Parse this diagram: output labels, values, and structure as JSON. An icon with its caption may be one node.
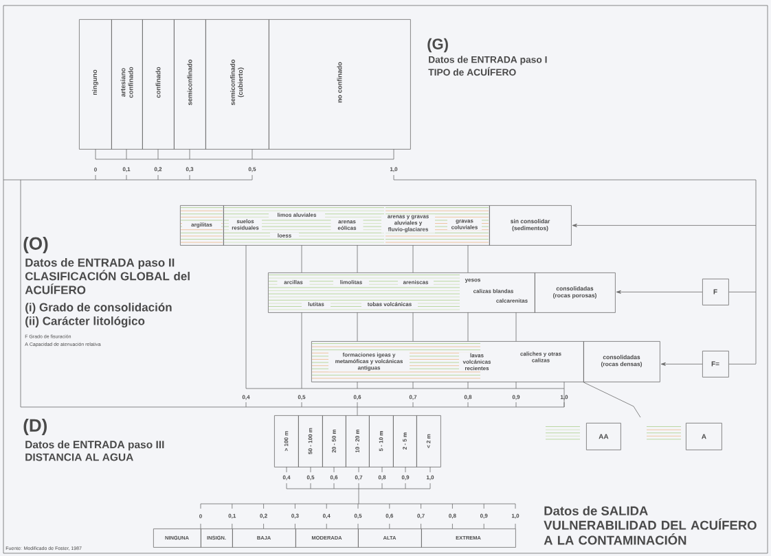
{
  "diagram": {
    "nodes": [
      {
        "text": [
          "ninguno"
        ]
      },
      {
        "text": [
          "artesiano confinado"
        ]
      },
      {
        "text": [
          "confinado"
        ]
      },
      {
        "text": [
          "semiconfinado"
        ]
      },
      {
        "text": [
          "semiconfinado (cubierto)"
        ]
      },
      {
        "text": [
          "no confinado"
        ]
      },
      {
        "text": [
          "argilitas"
        ]
      },
      {
        "text": [
          "suelos residuales",
          "limos aluviales",
          "loess",
          "arenas eólicas",
          "arenas y gravas aluviales y fluvio-glaciares",
          "gravas coluviales"
        ]
      },
      {
        "text": [
          "sin consolidar (sedimentos)"
        ]
      },
      {
        "text": [
          "arcillas",
          "limolitas",
          "areniscas",
          "yesos",
          "lutitas",
          "tobas volcánicas",
          "calizas blandas",
          "calcarenitas"
        ]
      },
      {
        "text": [
          "consolidadas (rocas porosas)"
        ]
      },
      {
        "text": [
          "formaciones igeas y metamóficas y volcánicas antiguas",
          "lavas volcánicas recientes",
          "caliches y otras calizas"
        ]
      },
      {
        "text": [
          "consolidadas (rocas densas)"
        ]
      },
      {
        "text": [
          "F"
        ]
      },
      {
        "text": [
          "F="
        ]
      },
      {
        "text": [
          "> 100 m"
        ]
      },
      {
        "text": [
          "50 - 100 m"
        ]
      },
      {
        "text": [
          "20 - 50 m"
        ]
      },
      {
        "text": [
          "10 - 20 m"
        ]
      },
      {
        "text": [
          "5 - 10 m"
        ]
      },
      {
        "text": [
          "2 - 5 m"
        ]
      },
      {
        "text": [
          "< 2 m"
        ]
      },
      {
        "text": [
          "NINGUNA"
        ]
      },
      {
        "text": [
          "INSIGN."
        ]
      },
      {
        "text": [
          "BAJA"
        ]
      },
      {
        "text": [
          "MODERADA"
        ]
      },
      {
        "text": [
          "ALTA"
        ]
      },
      {
        "text": [
          "EXTREMA"
        ]
      }
    ],
    "edges": [
      {
        "from": null,
        "to": 8,
        "arrow": "to"
      },
      {
        "from": 13,
        "to": 10,
        "arrow": "to"
      },
      {
        "from": 14,
        "to": 12,
        "arrow": "to"
      },
      {
        "from": null,
        "to": 13,
        "arrow": "none"
      },
      {
        "from": null,
        "to": 14,
        "arrow": "none"
      },
      {
        "from": 12,
        "to": null,
        "arrow": "none"
      }
    ],
    "labels": [
      "(G)",
      "Datos de ENTRADA paso I",
      "TIPO de ACUÍFERO",
      "0",
      "0,1",
      "0,2",
      "0,3",
      "0,5",
      "1,0",
      "(O)",
      "Datos de ENTRADA paso II",
      "CLASIFICACIÓN GLOBAL del ACUÍFERO",
      "(i) Grado de consolidación",
      "(ii) Carácter litológico",
      "F Grado de fisuración",
      "A Capacidad de atenuación relativa",
      "0,4",
      "0,5",
      "0,6",
      "0,7",
      "0,8",
      "0,9",
      "1,0",
      "(D)",
      "Datos de ENTRADA paso III",
      "DISTANCIA AL AGUA",
      "0,4",
      "0,5",
      "0,6",
      "0,7",
      "0,8",
      "0,9",
      "1,0",
      "0",
      "0,1",
      "0,2",
      "0,3",
      "0,4",
      "0,5",
      "0,6",
      "0,7",
      "0,8",
      "0,9",
      "1,0",
      "Datos de SALIDA",
      "VULNERABILIDAD DEL ACUÍFERO A LA CONTAMINACIÓN",
      "Fuente: Modificado de Foster, 1987"
    ],
    "legend": [
      {
        "text": "AA"
      },
      {
        "text": "A"
      }
    ]
  }
}
